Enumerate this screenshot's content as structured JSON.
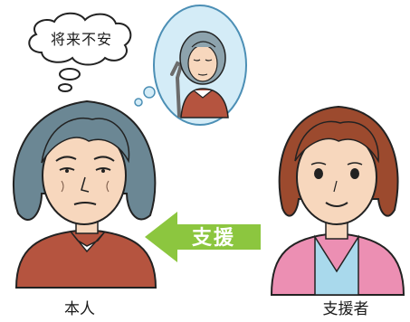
{
  "thought_bubble": {
    "text": "将来不安"
  },
  "arrow": {
    "label": "支援",
    "color": "#8cc63f"
  },
  "captions": {
    "left": "本人",
    "right": "支援者"
  },
  "colors": {
    "elder_hair": "#6b8794",
    "elder_shirt": "#b5543f",
    "supporter_hair": "#9c4a2e",
    "supporter_jacket": "#ec8fb3",
    "supporter_inner": "#a9d9ec",
    "skin": "#f7d7bd",
    "dream_bubble": "#d4ecf7"
  }
}
